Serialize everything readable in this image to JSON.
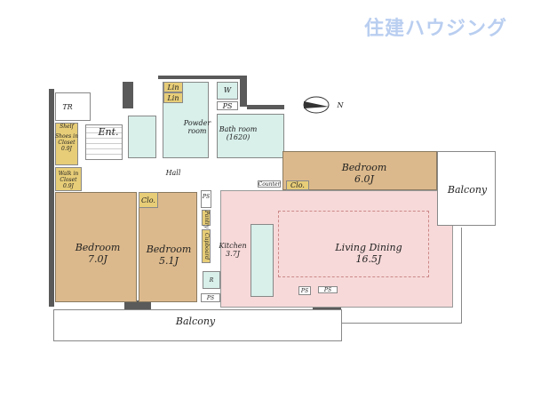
{
  "logo": "住建ハウジング",
  "compass": {
    "label": "N"
  },
  "rooms": {
    "tr": "TR",
    "ent": "Ent.",
    "shelf": "Shelf",
    "shoes_closet": "Shoes in Closet",
    "shoes_size": "0.9J",
    "walk_closet": "Walk in Closet",
    "walk_size": "0.9J",
    "lin1": "Lin",
    "lin2": "Lin",
    "w": "W",
    "ps": "PS",
    "powder": "Powder room",
    "bath": "Bath room",
    "bath_size": "(1620)",
    "hall": "Hall",
    "bed1": "Bedroom",
    "bed1_size": "7.0J",
    "bed2": "Bedroom",
    "bed2_size": "5.1J",
    "bed3": "Bedroom",
    "bed3_size": "6.0J",
    "clo": "Clo.",
    "counter": "Counter",
    "pantry": "Pantry",
    "cupboard": "Cupboard",
    "r": "R",
    "kitchen": "Kitchen",
    "kitchen_size": "3.7J",
    "living": "Living Dining",
    "living_size": "16.5J",
    "balcony_bottom": "Balcony",
    "balcony_right": "Balcony"
  }
}
